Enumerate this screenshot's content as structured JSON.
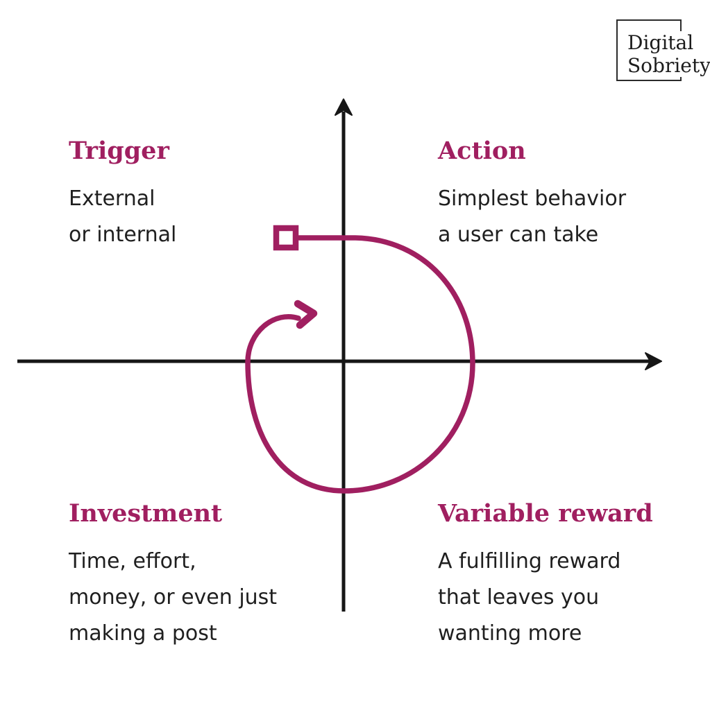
{
  "colors": {
    "accent": "#a01f60",
    "axis": "#161616",
    "ink": "#1f1f1f",
    "background": "#ffffff",
    "brand-ink": "#1c1c1c"
  },
  "brand": {
    "line1": "Digital",
    "line2": "Sobriety"
  },
  "quadrants": {
    "trigger": {
      "title": "Trigger",
      "description": "External\nor internal"
    },
    "action": {
      "title": "Action",
      "description": "Simplest behavior\na user can take"
    },
    "investment": {
      "title": "Investment",
      "description": "Time, effort,\nmoney, or even just\nmaking a post"
    },
    "reward": {
      "title": "Variable reward",
      "description": "A fulfilling reward\nthat leaves you\nwanting more"
    }
  }
}
